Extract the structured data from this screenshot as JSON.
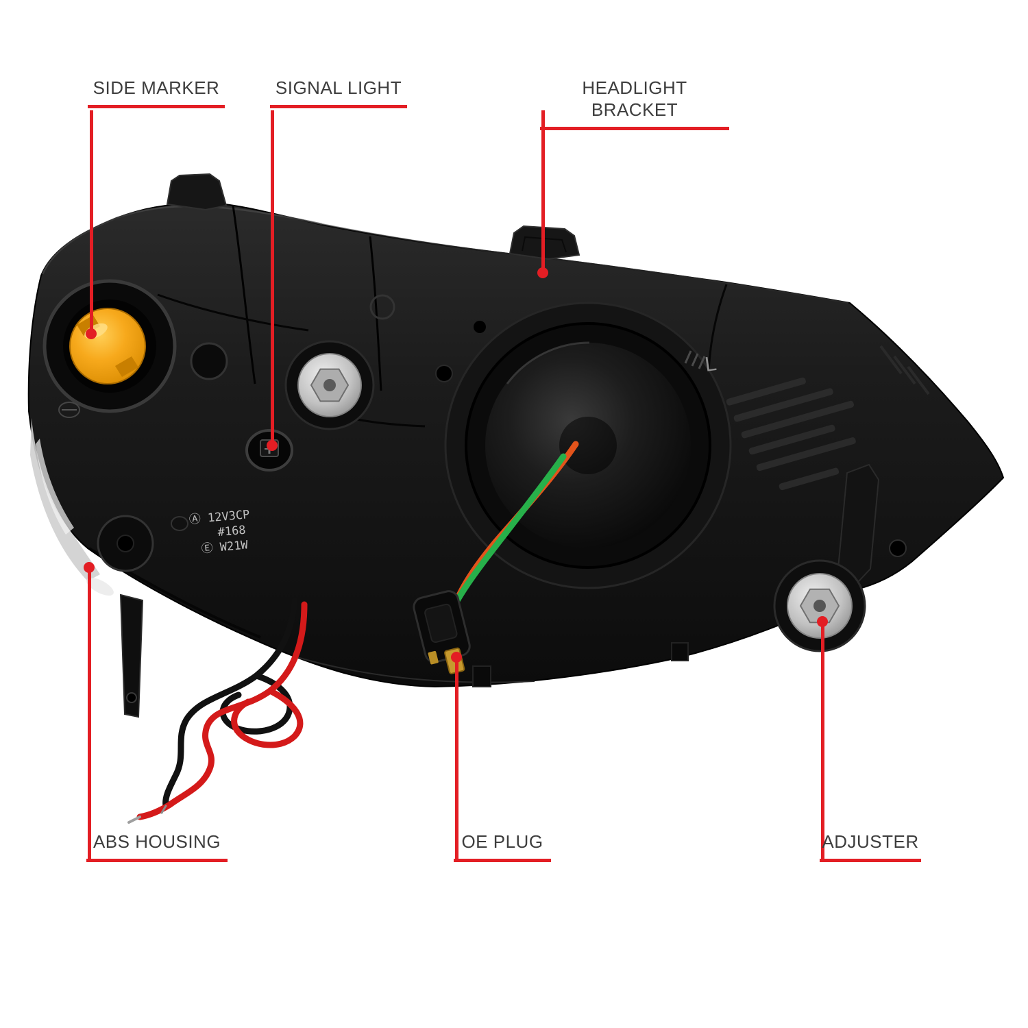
{
  "colors": {
    "accent": "#e31e24",
    "amber": "#f2a007",
    "wire_green": "#27b04a",
    "wire_red": "#d41a1a",
    "housing": "#181818"
  },
  "callouts": {
    "top": [
      {
        "id": "side-marker",
        "label": "SIDE MARKER"
      },
      {
        "id": "signal-light",
        "label": "SIGNAL LIGHT"
      },
      {
        "id": "headlight-bracket",
        "label": "HEADLIGHT BRACKET"
      }
    ],
    "bottom": [
      {
        "id": "abs-housing",
        "label": "ABS HOUSING"
      },
      {
        "id": "oe-plug",
        "label": "OE PLUG"
      },
      {
        "id": "adjuster",
        "label": "ADJUSTER"
      }
    ]
  },
  "markings": {
    "position_letter": "L",
    "bulb_line1": "Ⓐ 12V3CP",
    "bulb_line2": "#168",
    "bulb_line3": "Ⓔ W21W"
  }
}
